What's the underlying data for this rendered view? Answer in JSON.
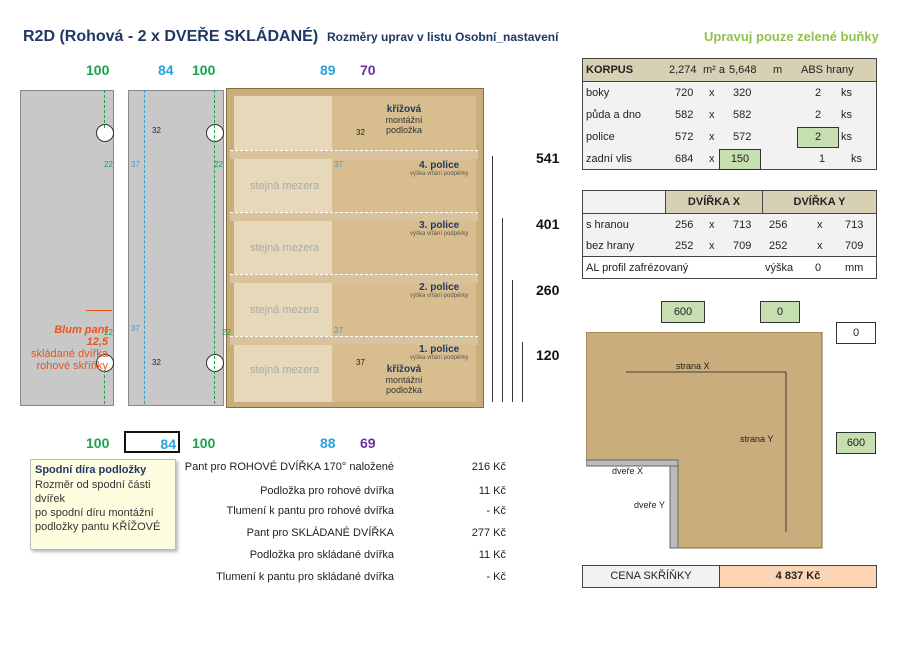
{
  "header": {
    "title": "R2D (Rohová - 2 x DVEŘE SKLÁDANÉ)",
    "subtitle": "Rozměry uprav v listu Osobní_nastavení",
    "note": "Upravuj pouze zelené buňky"
  },
  "top_numbers": [
    "100",
    "84",
    "100",
    "89",
    "70"
  ],
  "bottom_numbers": [
    "100",
    "84",
    "100",
    "88",
    "69"
  ],
  "drawing": {
    "dims_small": [
      "22",
      "37",
      "32",
      "37",
      "22",
      "32",
      "37",
      "37",
      "22",
      "32",
      "22",
      "37"
    ],
    "krizova_label": "křížová",
    "montazni_label": "montážní",
    "podlozka_label": "podložka",
    "shelves": [
      "4. police",
      "3. police",
      "2. police",
      "1. police"
    ],
    "shelf_sub": "výška vrtání podpěrky",
    "gap_label": "stejná mezera",
    "heights": [
      "541",
      "401",
      "260",
      "120"
    ],
    "blum_note": [
      "Blum pant 12,5",
      "skládané dvířka",
      "rohové skříňky"
    ]
  },
  "korpus": {
    "head": {
      "label": "KORPUS",
      "area": "2,274",
      "unit1": "m² a",
      "length": "5,648",
      "unit2": "m",
      "abs": "ABS hrany"
    },
    "rows": [
      {
        "label": "boky",
        "a": "720",
        "x": "x",
        "b": "320",
        "qty": "2",
        "unit": "ks"
      },
      {
        "label": "půda a dno",
        "a": "582",
        "x": "x",
        "b": "582",
        "qty": "2",
        "unit": "ks"
      },
      {
        "label": "police",
        "a": "572",
        "x": "x",
        "b": "572",
        "qty": "2",
        "unit": "ks"
      },
      {
        "label": "zadní vlis",
        "a": "684",
        "x": "x",
        "b": "150",
        "qty": "1",
        "unit": "ks"
      }
    ]
  },
  "dvirka": {
    "col_x": "DVÍŘKA X",
    "col_y": "DVÍŘKA Y",
    "rows": [
      {
        "label": "s hranou",
        "xa": "256",
        "xb": "713",
        "ya": "256",
        "yb": "713",
        "x": "x"
      },
      {
        "label": "bez hrany",
        "xa": "252",
        "xb": "709",
        "ya": "252",
        "yb": "709",
        "x": "x"
      }
    ],
    "al_label": "AL profil zafrézovaný",
    "al_height_label": "výška",
    "al_value": "0",
    "al_unit": "mm"
  },
  "plan": {
    "input1": "600",
    "input2": "0",
    "input3": "0",
    "input4": "600",
    "strana_x": "strana X",
    "strana_y": "strana Y",
    "dvere_x": "dveře X",
    "dvere_y": "dveře Y"
  },
  "infobox": {
    "title": "Spodní díra podložky",
    "lines": [
      "Rozměr od spodní části",
      "dvířek",
      "po spodní díru montážní",
      "podložky pantu KŘÍŽOVÉ"
    ]
  },
  "prices": [
    {
      "label": "Pant pro ROHOVÉ DVÍŘKA 170° naložené",
      "value": "216 Kč"
    },
    {
      "label": "Podložka pro rohové dvířka",
      "value": "11 Kč"
    },
    {
      "label": "Tlumení k pantu pro rohové dvířka",
      "value": "-   Kč"
    },
    {
      "label": "Pant pro SKLÁDANÉ DVÍŘKA",
      "value": "277 Kč"
    },
    {
      "label": "Podložka pro skládané dvířka",
      "value": "11 Kč"
    },
    {
      "label": "Tlumení k pantu pro skládané dvířka",
      "value": "-   Kč"
    }
  ],
  "price_total": {
    "label": "CENA SKŘÍŇKY",
    "value": "4 837 Kč"
  },
  "colors": {
    "green": "#16a34a",
    "blue": "#2aa2dc",
    "purple": "#7030a0",
    "input_green": "#c6dfb0",
    "total_bg": "#fcd5b4"
  }
}
